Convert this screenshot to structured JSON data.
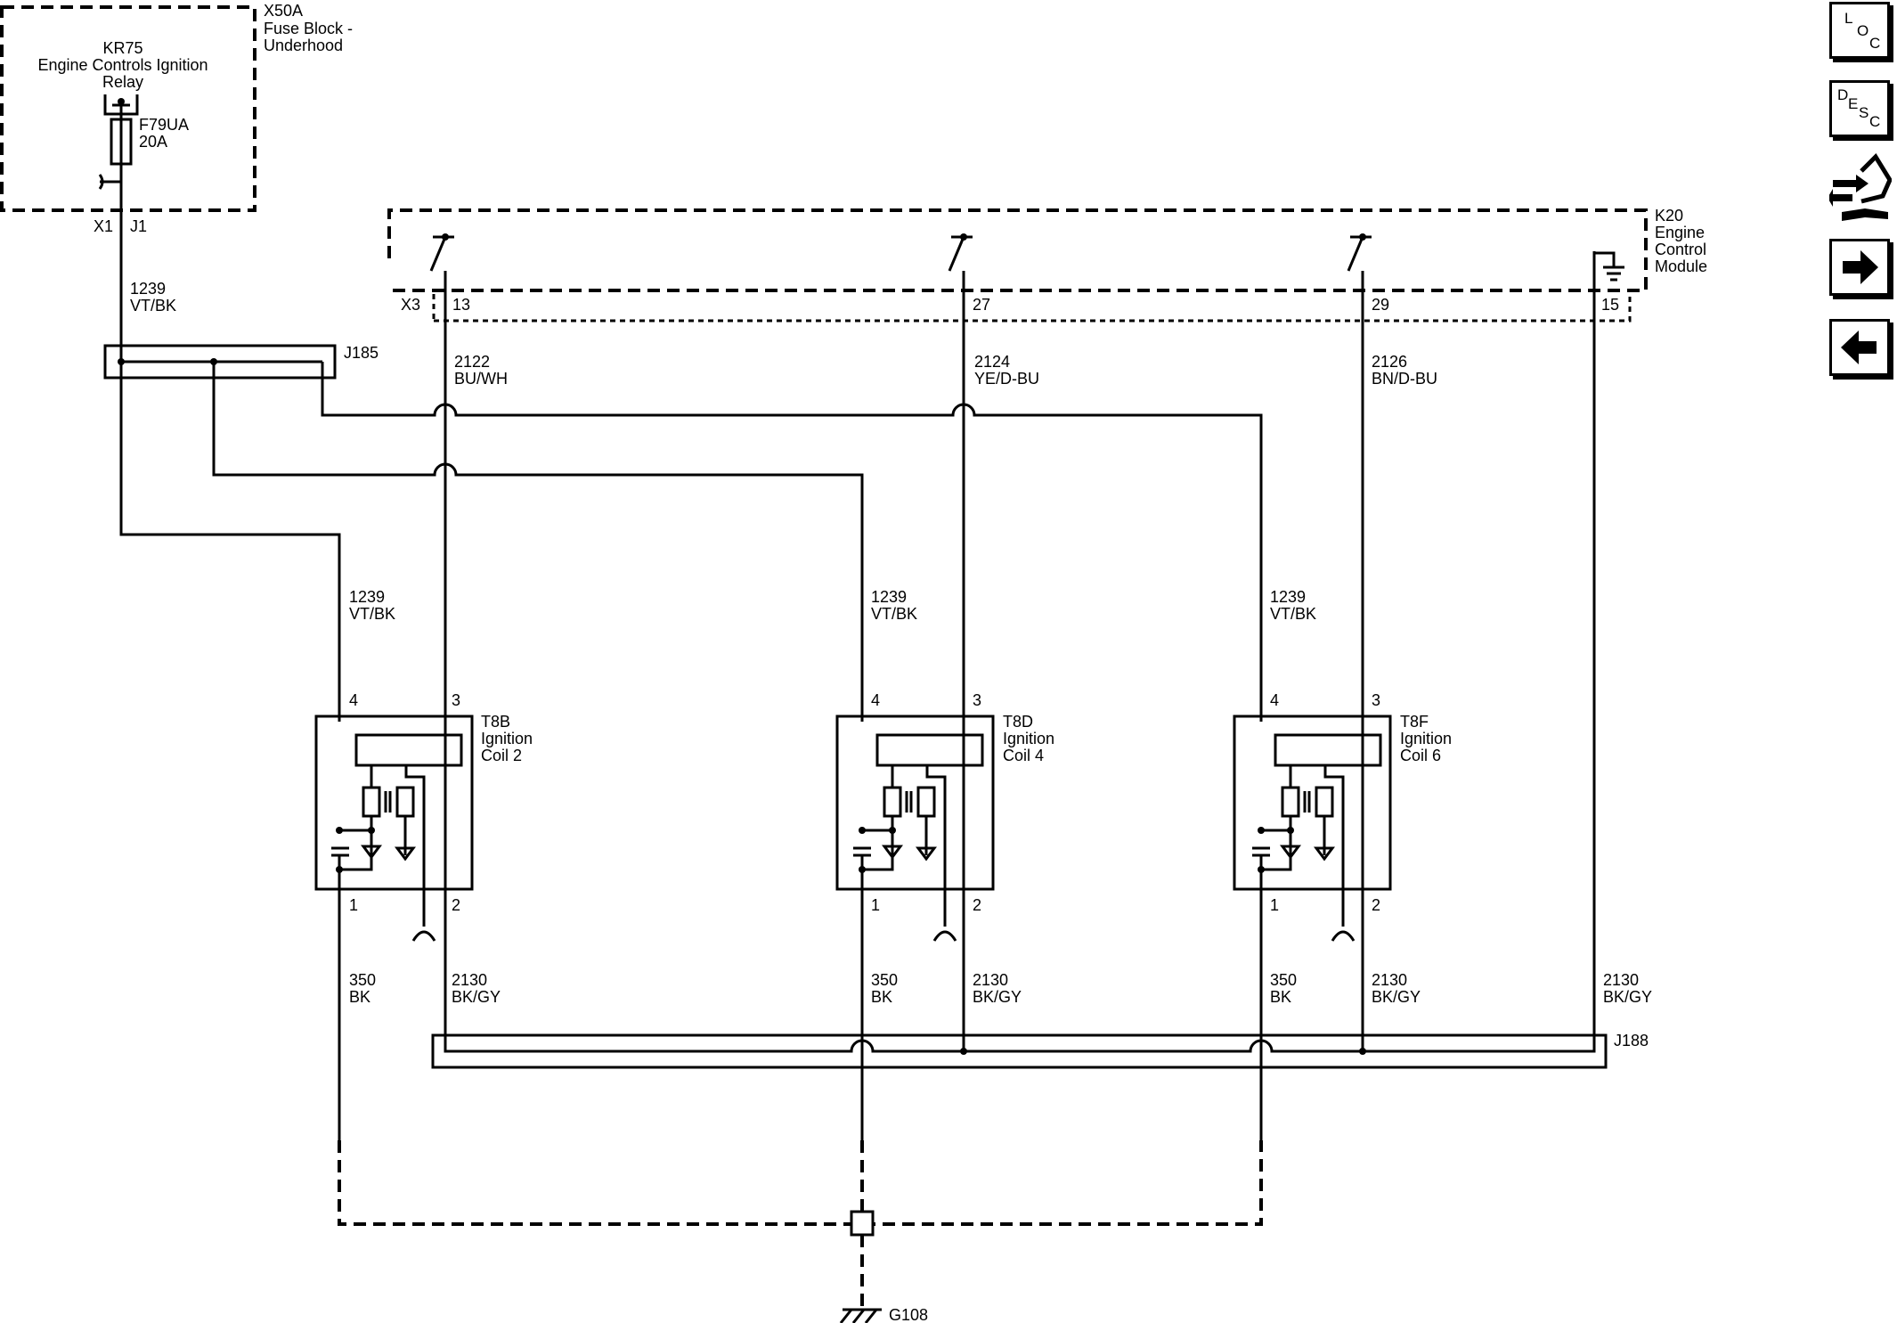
{
  "fuse_block": {
    "id": "X50A",
    "name_line1": "Fuse Block -",
    "name_line2": "Underhood",
    "relay_id": "KR75",
    "relay_line1": "Engine Controls Ignition",
    "relay_line2": "Relay",
    "fuse_id": "F79UA",
    "fuse_rating": "20A",
    "connector": "X1",
    "pin": "J1"
  },
  "ecm": {
    "id": "K20",
    "name_line1": "Engine",
    "name_line2": "Control",
    "name_line3": "Module",
    "connector": "X3",
    "pins": [
      "13",
      "27",
      "29",
      "15"
    ]
  },
  "feed_wire": {
    "circuit": "1239",
    "color": "VT/BK"
  },
  "splices": {
    "top": "J185",
    "bottom": "J188",
    "ground": "G108"
  },
  "control_wires": [
    {
      "circuit": "2122",
      "color": "BU/WH"
    },
    {
      "circuit": "2124",
      "color": "YE/D-BU"
    },
    {
      "circuit": "2126",
      "color": "BN/D-BU"
    }
  ],
  "coils": [
    {
      "id": "T8B",
      "line1": "Ignition",
      "line2": "Coil 2",
      "pin_tl": "4",
      "pin_tr": "3",
      "pin_bl": "1",
      "pin_br": "2",
      "feed_circuit": "1239",
      "feed_color": "VT/BK",
      "gnd_circuit": "350",
      "gnd_color": "BK",
      "ref_circuit": "2130",
      "ref_color": "BK/GY"
    },
    {
      "id": "T8D",
      "line1": "Ignition",
      "line2": "Coil 4",
      "pin_tl": "4",
      "pin_tr": "3",
      "pin_bl": "1",
      "pin_br": "2",
      "feed_circuit": "1239",
      "feed_color": "VT/BK",
      "gnd_circuit": "350",
      "gnd_color": "BK",
      "ref_circuit": "2130",
      "ref_color": "BK/GY"
    },
    {
      "id": "T8F",
      "line1": "Ignition",
      "line2": "Coil 6",
      "pin_tl": "4",
      "pin_tr": "3",
      "pin_bl": "1",
      "pin_br": "2",
      "feed_circuit": "1239",
      "feed_color": "VT/BK",
      "gnd_circuit": "350",
      "gnd_color": "BK",
      "ref_circuit": "2130",
      "ref_color": "BK/GY"
    }
  ],
  "ecm_ground_wire": {
    "circuit": "2130",
    "color": "BK/GY"
  },
  "nav": {
    "loc": [
      "L",
      "O",
      "C"
    ],
    "desc": [
      "D",
      "E",
      "S",
      "C"
    ],
    "connector_icon": "connector-view-icon",
    "next_icon": "arrow-right-icon",
    "prev_icon": "arrow-left-icon"
  }
}
